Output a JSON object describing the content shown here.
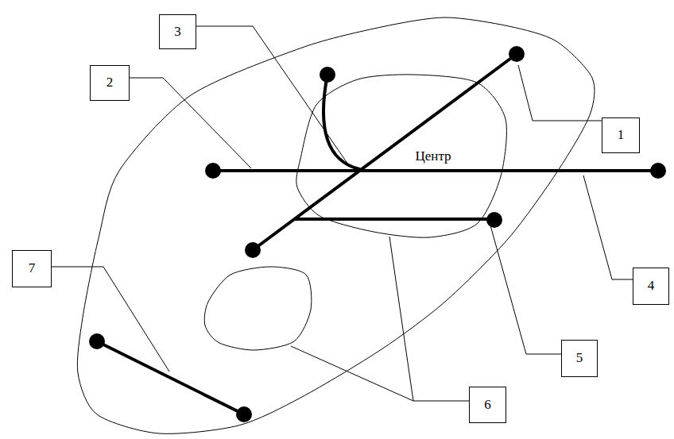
{
  "diagram": {
    "nodes": [
      {
        "text": [
          "3"
        ]
      },
      {
        "text": [
          "2"
        ]
      },
      {
        "text": [
          "1"
        ]
      },
      {
        "text": [
          "Центр"
        ]
      },
      {
        "text": [
          "7"
        ]
      },
      {
        "text": [
          "4"
        ]
      },
      {
        "text": [
          "5"
        ]
      },
      {
        "text": [
          "6"
        ]
      }
    ]
  }
}
